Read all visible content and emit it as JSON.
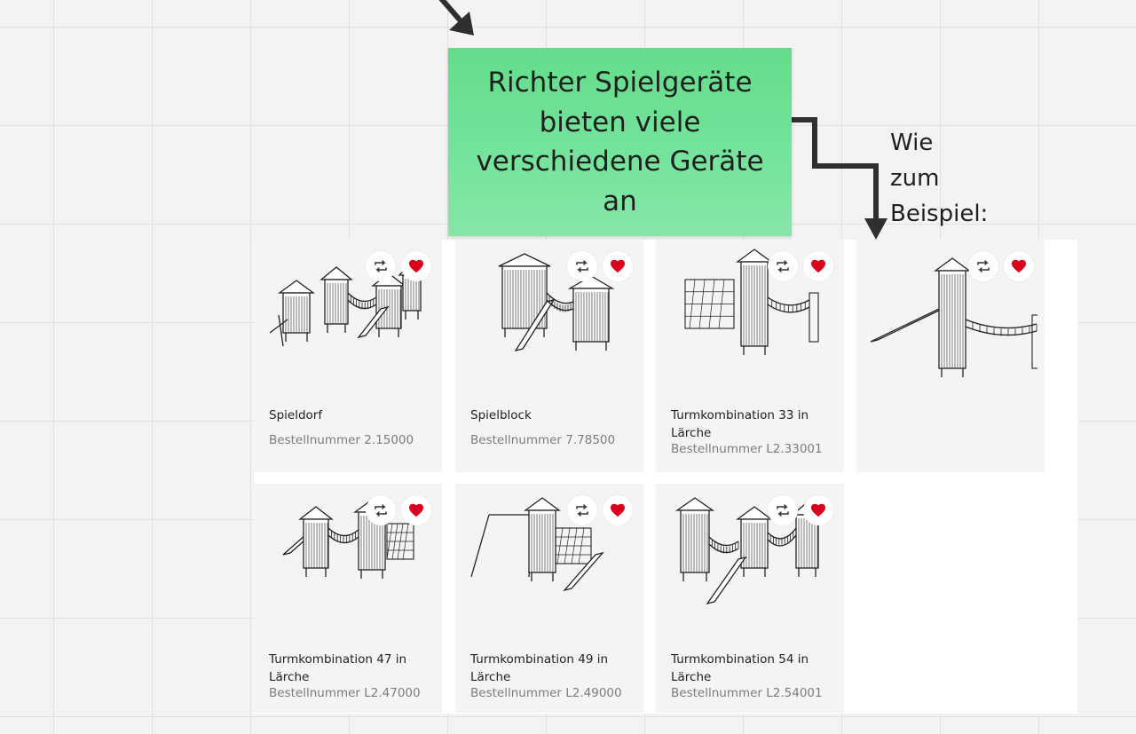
{
  "board": {
    "sticky_note": "Richter Spielgeräte\nbieten viele\nverschiedene Geräte\nan",
    "side_label": "Wie\nzum\nBeispiel:"
  },
  "colors": {
    "sticky_note": "#6fe096",
    "favorite_heart": "#d8001c",
    "arrow": "#2f2f2f"
  },
  "icons": [
    "compare-icon",
    "heart-icon",
    "playground-product-image",
    "arrow"
  ],
  "products": [
    {
      "title": "Spieldorf",
      "sku": "Bestellnummer 2.15000"
    },
    {
      "title": "Spielblock",
      "sku": "Bestellnummer 7.78500"
    },
    {
      "title": "Turmkombination 33 in Lärche",
      "sku": "Bestellnummer L2.33001"
    },
    {
      "title": "",
      "sku": ""
    },
    {
      "title": "Turmkombination 47 in Lärche",
      "sku": "Bestellnummer L2.47000"
    },
    {
      "title": "Turmkombination 49 in Lärche",
      "sku": "Bestellnummer L2.49000"
    },
    {
      "title": "Turmkombination 54 in Lärche",
      "sku": "Bestellnummer L2.54001"
    }
  ]
}
